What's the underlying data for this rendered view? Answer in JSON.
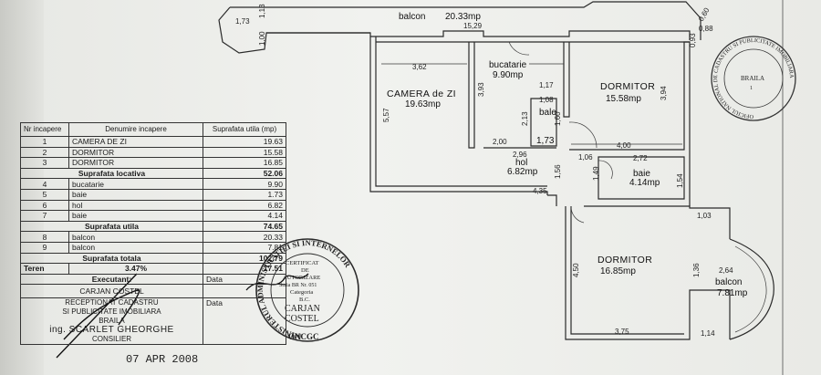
{
  "plan": {
    "top_balcony": {
      "label": "balcon",
      "area": "20.33mp",
      "dims": [
        "1,73",
        "1,13",
        "1,00",
        "15,29",
        "0,88",
        "0,93",
        "0,60"
      ]
    },
    "rooms": [
      {
        "name": "CAMERA de ZI",
        "area": "19.63mp"
      },
      {
        "name": "bucatarie",
        "area": "9.90mp"
      },
      {
        "name": "DORMITOR",
        "area": "15.58mp"
      },
      {
        "name": "bale",
        "area": ""
      },
      {
        "name": "hol",
        "area": "6.82mp"
      },
      {
        "name": "baie",
        "area": "4.14mp"
      },
      {
        "name": "DORMITOR",
        "area": "16.85mp"
      },
      {
        "name": "balcon",
        "area": "7.81mp"
      }
    ],
    "dims": {
      "d362": "3,62",
      "d557": "5,57",
      "d393": "3,93",
      "d117": "1,17",
      "d108": "1,08",
      "d394": "3,94",
      "d213": "2,13",
      "d160": "1,60",
      "d173": "1,73",
      "d200": "2,00",
      "d296": "2,96",
      "d400": "4,00",
      "d106": "1,06",
      "d272": "2,72",
      "d156": "1,56",
      "d149": "1,49",
      "d154": "1,54",
      "d435": "4,35",
      "d103": "1,03",
      "d450": "4,50",
      "d136": "1,36",
      "d264": "2,64",
      "d375": "3,75",
      "d114": "1,14"
    }
  },
  "table": {
    "headers": [
      "Nr incapere",
      "Denumire incapere",
      "Suprafata utila (mp)"
    ],
    "rows_a": [
      {
        "nr": "1",
        "name": "CAMERA DE ZI",
        "val": "19.63"
      },
      {
        "nr": "2",
        "name": "DORMITOR",
        "val": "15.58"
      },
      {
        "nr": "3",
        "name": "DORMITOR",
        "val": "16.85"
      }
    ],
    "locativa": {
      "label": "Suprafata locativa",
      "val": "52.06"
    },
    "rows_b": [
      {
        "nr": "4",
        "name": "bucatarie",
        "val": "9.90"
      },
      {
        "nr": "5",
        "name": "baie",
        "val": "1.73"
      },
      {
        "nr": "6",
        "name": "hol",
        "val": "6.82"
      },
      {
        "nr": "7",
        "name": "baie",
        "val": "4.14"
      }
    ],
    "utila": {
      "label": "Suprafata utila",
      "val": "74.65"
    },
    "rows_c": [
      {
        "nr": "8",
        "name": "balcon",
        "val": "20.33"
      },
      {
        "nr": "9",
        "name": "balcon",
        "val": "7.81"
      }
    ],
    "totala": {
      "label": "Suprafata totala",
      "val": "102.79"
    },
    "teren": {
      "label": "Teren",
      "pct": "3.47%",
      "val": "17.51"
    },
    "executant": {
      "label": "Executant:",
      "name": "CARJAN COSTEL",
      "data_label": "Data"
    },
    "receptionat": {
      "line1": "RECEPTIONAT CADASTRU",
      "line2": "SI PUBLICITATE IMOBILIARA",
      "line3": "BRAILA",
      "name": "ing. SCARLET GHEORGHE",
      "role": "CONSILIER",
      "data_label": "Data"
    }
  },
  "date_stamp": "07 APR 2008",
  "stamps": {
    "round_left": {
      "ring": "MINISTERUL ADMINISTRATIEI SI INTERNELOR",
      "l1": "CERTIFICAT",
      "l2": "DE",
      "l3": "AUTORIZARE",
      "l4": "Seria BR Nr. 051",
      "l5": "Categoria",
      "l6": "B.C.",
      "l7": "CARJAN",
      "l8": "COSTEL",
      "l9": "ONCGC"
    },
    "round_right": {
      "ring": "OFICIUL NATIONAL DE CADASTRU SI PUBLICITATE IMOBILIARA",
      "center": "BRAILA",
      "num": "1"
    }
  }
}
